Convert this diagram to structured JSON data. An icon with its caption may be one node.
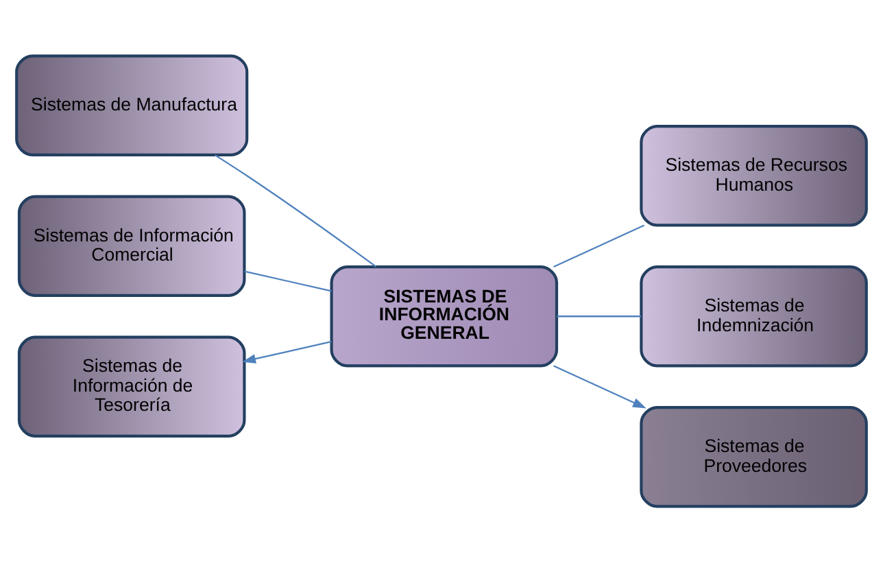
{
  "diagram": {
    "nodes": [
      {
        "text": [
          "Sistemas de Manufactura"
        ]
      },
      {
        "text": [
          "Sistemas de Recursos Humanos"
        ]
      },
      {
        "text": [
          "Sistemas de Información Comercial"
        ]
      },
      {
        "text": [
          "SISTEMAS DE INFORMACIÓN GENERAL"
        ]
      },
      {
        "text": [
          "Sistemas de Indemnización"
        ]
      },
      {
        "text": [
          "Sistemas de Información de Tesorería"
        ]
      },
      {
        "text": [
          "Sistemas de Proveedores"
        ]
      }
    ],
    "edges": [
      {
        "from": 3,
        "to": 0,
        "arrow": "none"
      },
      {
        "from": 3,
        "to": 1,
        "arrow": "none"
      },
      {
        "from": 3,
        "to": 2,
        "arrow": "none"
      },
      {
        "from": 3,
        "to": 4,
        "arrow": "none"
      },
      {
        "from": 3,
        "to": 5,
        "arrow": "to"
      },
      {
        "from": 3,
        "to": 6,
        "arrow": "to"
      }
    ]
  }
}
